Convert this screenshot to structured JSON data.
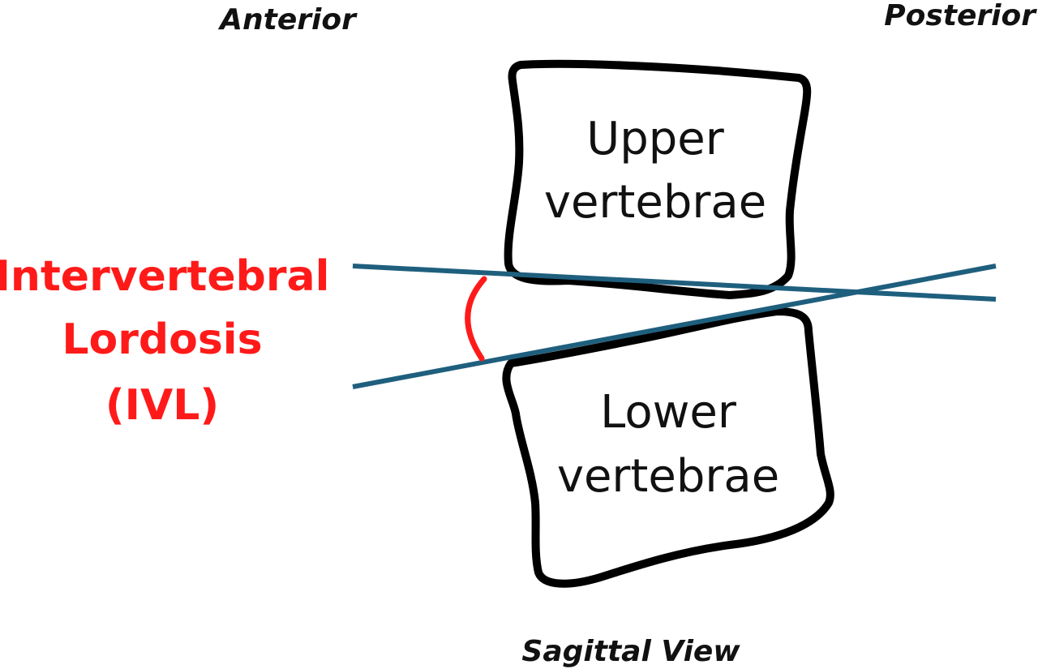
{
  "orientation": {
    "anterior": "Anterior",
    "posterior": "Posterior"
  },
  "vertebrae": {
    "upper": {
      "line1": "Upper",
      "line2": "vertebrae"
    },
    "lower": {
      "line1": "Lower",
      "line2": "vertebrae"
    }
  },
  "angle_label": {
    "line1": "Intervertebral",
    "line2": "Lordosis",
    "line3": "(IVL)"
  },
  "view_label": "Sagittal View",
  "colors": {
    "outline": "#000000",
    "endplate_lines": "#1f5f7e",
    "angle": "#ff1a1a",
    "text": "#111111"
  }
}
